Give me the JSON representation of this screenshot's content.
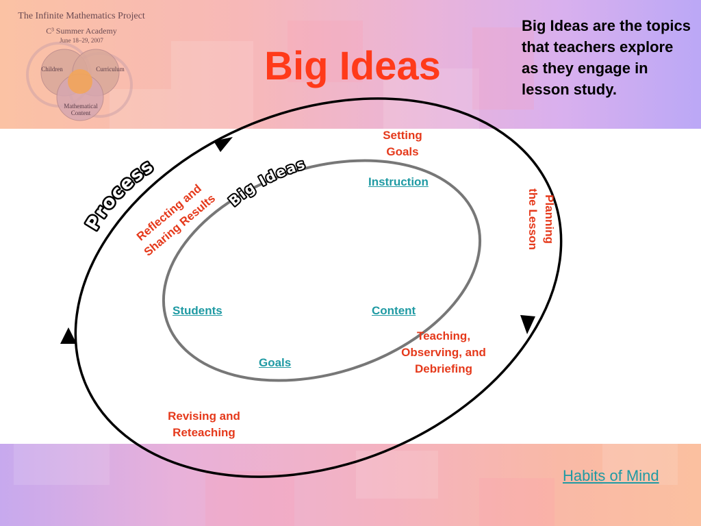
{
  "logo": {
    "title": "The Infinite Mathematics Project",
    "subtitle": "C³ Summer Academy",
    "date": "June 18–29, 2007",
    "venn": {
      "children": "Children",
      "curriculum": "Curriculum",
      "content": "Mathematical Content"
    }
  },
  "slide": {
    "title": "Big Ideas",
    "note": "Big Ideas are the topics that teachers explore as they engage in lesson study."
  },
  "cycle": {
    "outer_label": "Process",
    "inner_label": "Big Ideas",
    "stages": {
      "setting_goals": [
        "Setting",
        "Goals"
      ],
      "planning": [
        "Planning",
        "the Lesson"
      ],
      "teaching": [
        "Teaching,",
        "Observing, and",
        "Debriefing"
      ],
      "revising": [
        "Revising and",
        "Reteaching"
      ],
      "reflecting": [
        "Reflecting and",
        "Sharing Results"
      ]
    },
    "ideas": {
      "instruction": "Instruction",
      "students": "Students",
      "content": "Content",
      "goals": "Goals"
    }
  },
  "footer": {
    "habits_link": "Habits of Mind"
  },
  "colors": {
    "title": "#ff3a1a",
    "stage": "#e5391b",
    "link": "#1f9aa3"
  }
}
